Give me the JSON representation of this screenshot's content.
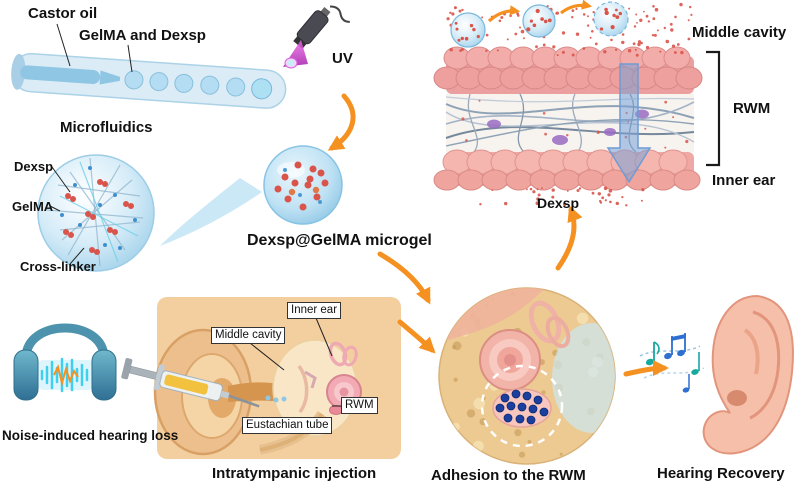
{
  "process": {
    "castor_oil": "Castor oil",
    "gelma_and_dexsp": "GelMA and Dexsp",
    "uv": "UV",
    "microfluidics": "Microfluidics"
  },
  "microgel": {
    "dexsp": "Dexsp",
    "gelma": "GelMA",
    "cross_linker": "Cross-linker",
    "title": "Dexsp@GelMA microgel"
  },
  "rwm_panel": {
    "middle_cavity": "Middle cavity",
    "rwm": "RWM",
    "inner_ear": "Inner ear",
    "dexsp": "Dexsp"
  },
  "pathway": {
    "noise_induced": "Noise-induced hearing loss",
    "intratympanic": "Intratympanic injection",
    "adhesion": "Adhesion to the RWM",
    "recovery": "Hearing Recovery",
    "ear_labels": {
      "inner_ear": "Inner ear",
      "middle_cavity": "Middle cavity",
      "rwm": "RWM",
      "eustachian_tube": "Eustachian tube"
    }
  },
  "colors": {
    "arrow_orange": "#F59120",
    "drug_red": "#D9544A",
    "microgel_blue": "#A9D6EC",
    "tissue_pink": "#F2A6A4",
    "uv_magenta": "#D74FD7",
    "adhesion_dot_blue": "#1B3F9E"
  }
}
